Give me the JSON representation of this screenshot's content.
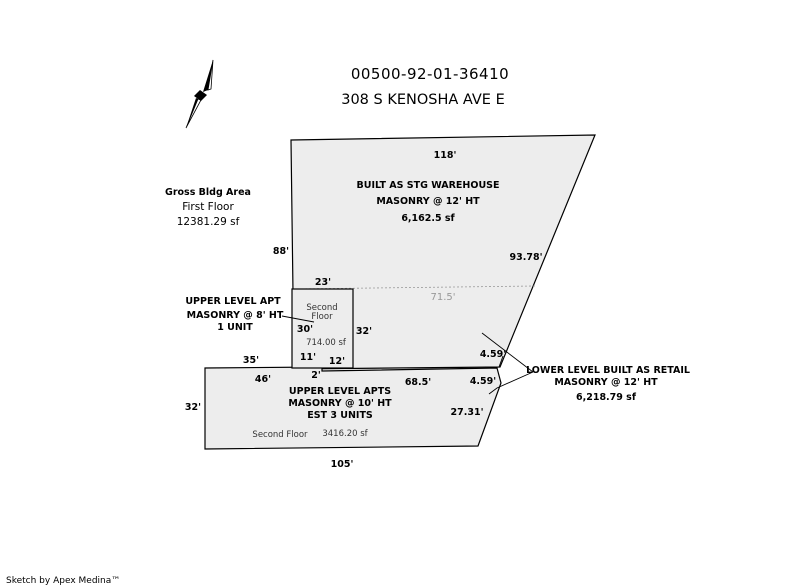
{
  "header": {
    "parcel_id": "00500-92-01-36410",
    "address": "308 S KENOSHA AVE E"
  },
  "gross_area": {
    "title": "Gross Bldg Area",
    "floor": "First Floor",
    "value": "12381.29 sf"
  },
  "areas": {
    "warehouse": {
      "line1": "BUILT AS STG WAREHOUSE",
      "line2": "MASONRY @ 12' HT",
      "area": "6,162.5 sf"
    },
    "upper_apt": {
      "line1": "UPPER LEVEL APT",
      "line2": "MASONRY @ 8' HT",
      "line3": "1 UNIT"
    },
    "second_floor_box": {
      "line1": "Second",
      "line2": "Floor",
      "area": "714.00 sf"
    },
    "upper_apts": {
      "line1": "UPPER LEVEL APTS",
      "line2": "MASONRY @ 10' HT",
      "line3": "EST 3 UNITS",
      "floor_label": "Second Floor",
      "area": "3416.20 sf"
    },
    "retail": {
      "line1": "LOWER LEVEL BUILT AS RETAIL",
      "line2": "MASONRY @ 12'  HT",
      "area": "6,218.79 sf"
    }
  },
  "dimensions": {
    "d118": "118'",
    "d88": "88'",
    "d9378": "93.78'",
    "d23": "23'",
    "d715": "71.5'",
    "d30": "30'",
    "d32_box": "32'",
    "d11": "11'",
    "d12": "12'",
    "d35": "35'",
    "d2": "2'",
    "d46": "46'",
    "d685": "68.5'",
    "d459a": "4.59'",
    "d459b": "4.59'",
    "d2731": "27.31'",
    "d32_left": "32'",
    "d105": "105'"
  },
  "footer": {
    "credit": "Sketch by Apex Medina™"
  }
}
